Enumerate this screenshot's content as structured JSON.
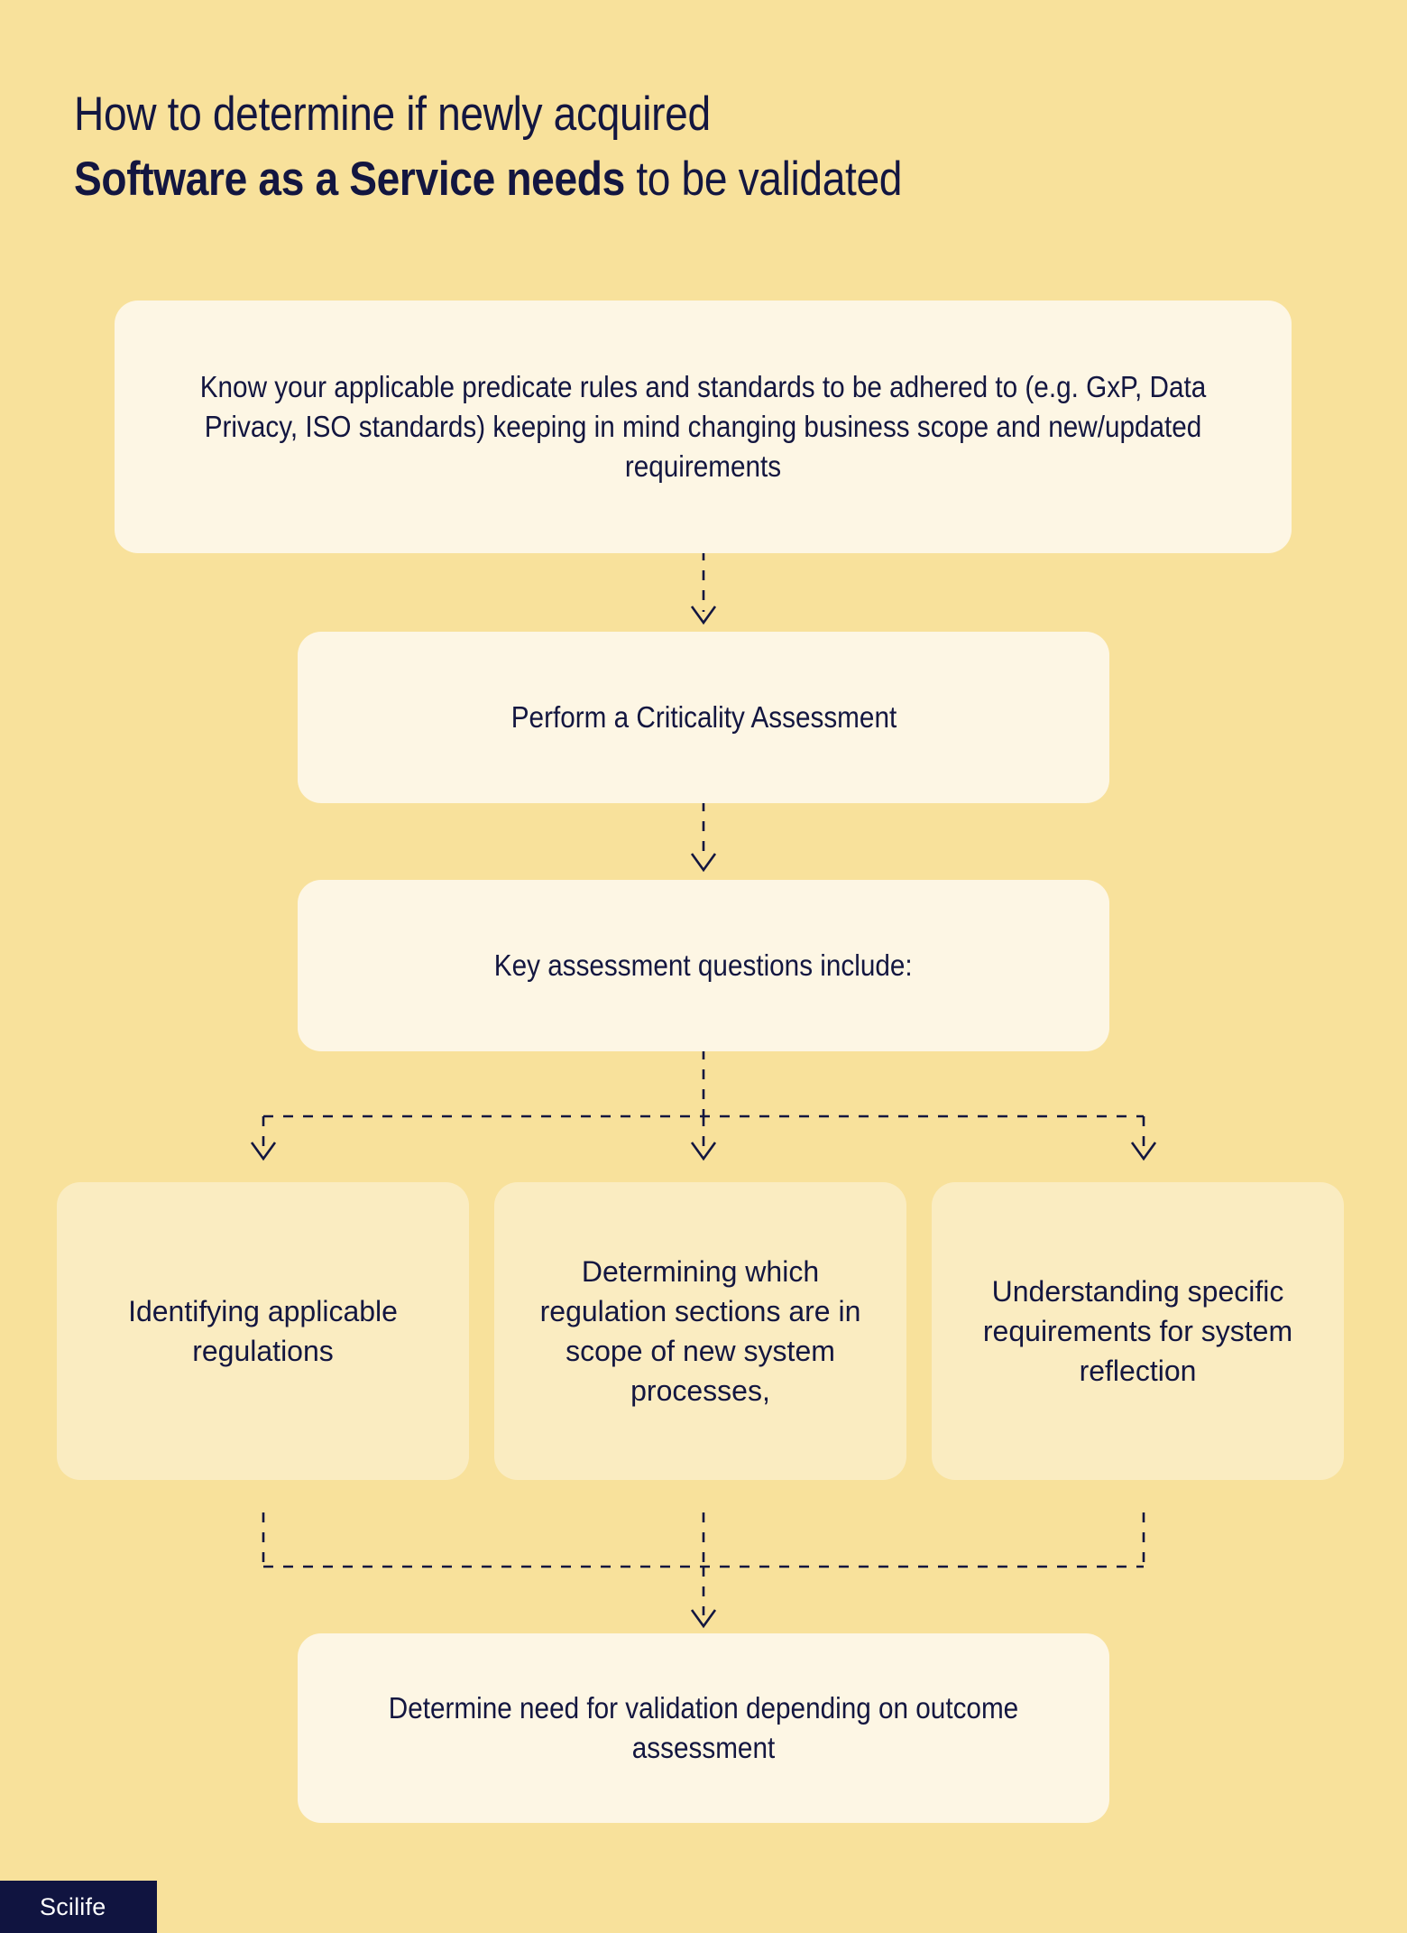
{
  "colors": {
    "background": "#F8E19B",
    "node_cream": "#FDF6E4",
    "node_butter": "#FAECC1",
    "ink": "#131640",
    "logo_background": "#101440",
    "logo_text": "#FFFFFF"
  },
  "title": {
    "line1": "How to determine if newly acquired",
    "line2_strong": "Software as a Service needs",
    "line2_rest": " to be validated"
  },
  "flow": {
    "nodes": [
      {
        "id": "predicate",
        "label": "Know your applicable predicate rules and standards to be adhered to (e.g. GxP, Data Privacy, ISO standards) keeping in mind changing business scope and new/updated requirements"
      },
      {
        "id": "criticality",
        "label": "Perform a Criticality Assessment"
      },
      {
        "id": "questions",
        "label": "Key assessment questions include:"
      },
      {
        "id": "branch-1",
        "label": "Identifying applicable regulations"
      },
      {
        "id": "branch-2",
        "label": "Determining which regulation sections are in scope of new system processes,"
      },
      {
        "id": "branch-3",
        "label": "Understanding specific requirements for system reflection"
      },
      {
        "id": "outcome",
        "label": "Determine need for validation depending on outcome assessment"
      }
    ],
    "connectors": [
      {
        "id": "predicate-to-criticality",
        "style": "dashed-arrow-down"
      },
      {
        "id": "criticality-to-questions",
        "style": "dashed-arrow-down"
      },
      {
        "id": "questions-to-branches",
        "style": "dashed-split-three"
      },
      {
        "id": "branches-to-outcome",
        "style": "dashed-merge-three"
      }
    ]
  },
  "footer": {
    "logo": "Scilife"
  }
}
